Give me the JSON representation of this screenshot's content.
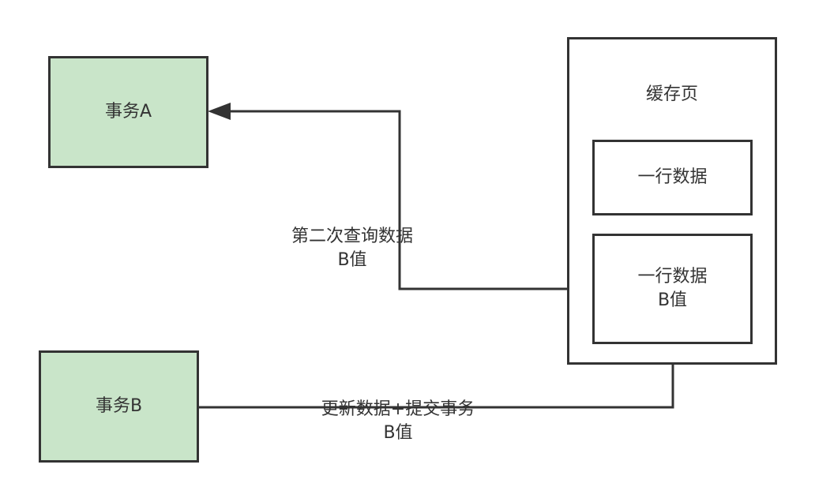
{
  "transaction_a": {
    "label": "事务A"
  },
  "transaction_b": {
    "label": "事务B"
  },
  "cache_page": {
    "title": "缓存页",
    "row_1": {
      "label": "一行数据"
    },
    "row_2": {
      "line1": "一行数据",
      "line2": "B值"
    }
  },
  "edge_query": {
    "line1": "第二次查询数据",
    "line2": "B值"
  },
  "edge_update": {
    "line1": "更新数据+提交事务",
    "line2": "B值"
  },
  "colors": {
    "transaction_fill": "#c9e5c9",
    "stroke": "#333333"
  }
}
